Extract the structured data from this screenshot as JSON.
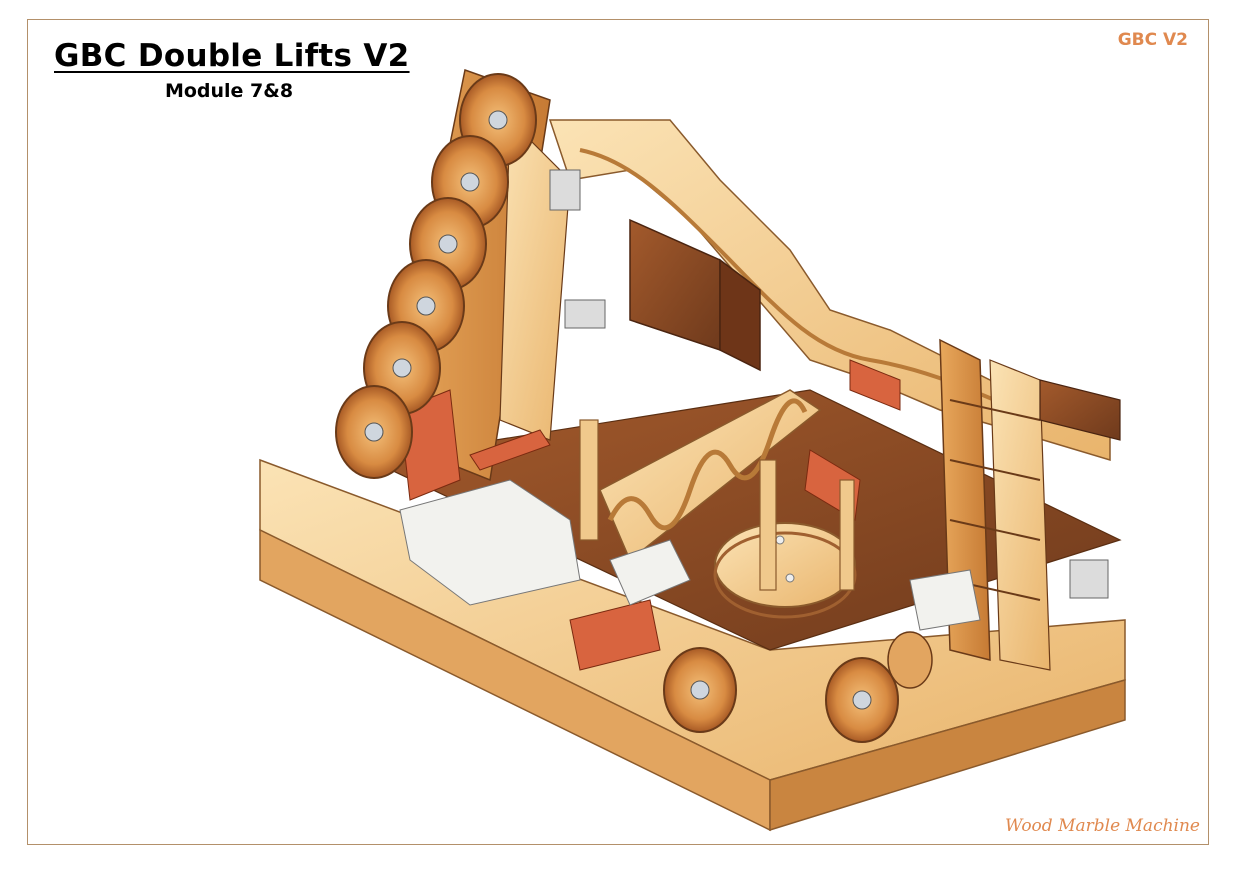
{
  "page": {
    "title": "GBC Double Lifts V2",
    "subtitle": "Module 7&8",
    "corner_tag": "GBC V2",
    "footer_tag": "Wood Marble Machine"
  },
  "colors": {
    "accent": "#e0894f",
    "frame": "#b3906a",
    "light_wood": "#f1c98a",
    "mid_wood": "#d99a4e",
    "dark_wood": "#8a4a24",
    "red_part": "#d8643f",
    "white_part": "#f2f2ee"
  },
  "render": {
    "description_icon": "marble-machine-isometric-render"
  }
}
